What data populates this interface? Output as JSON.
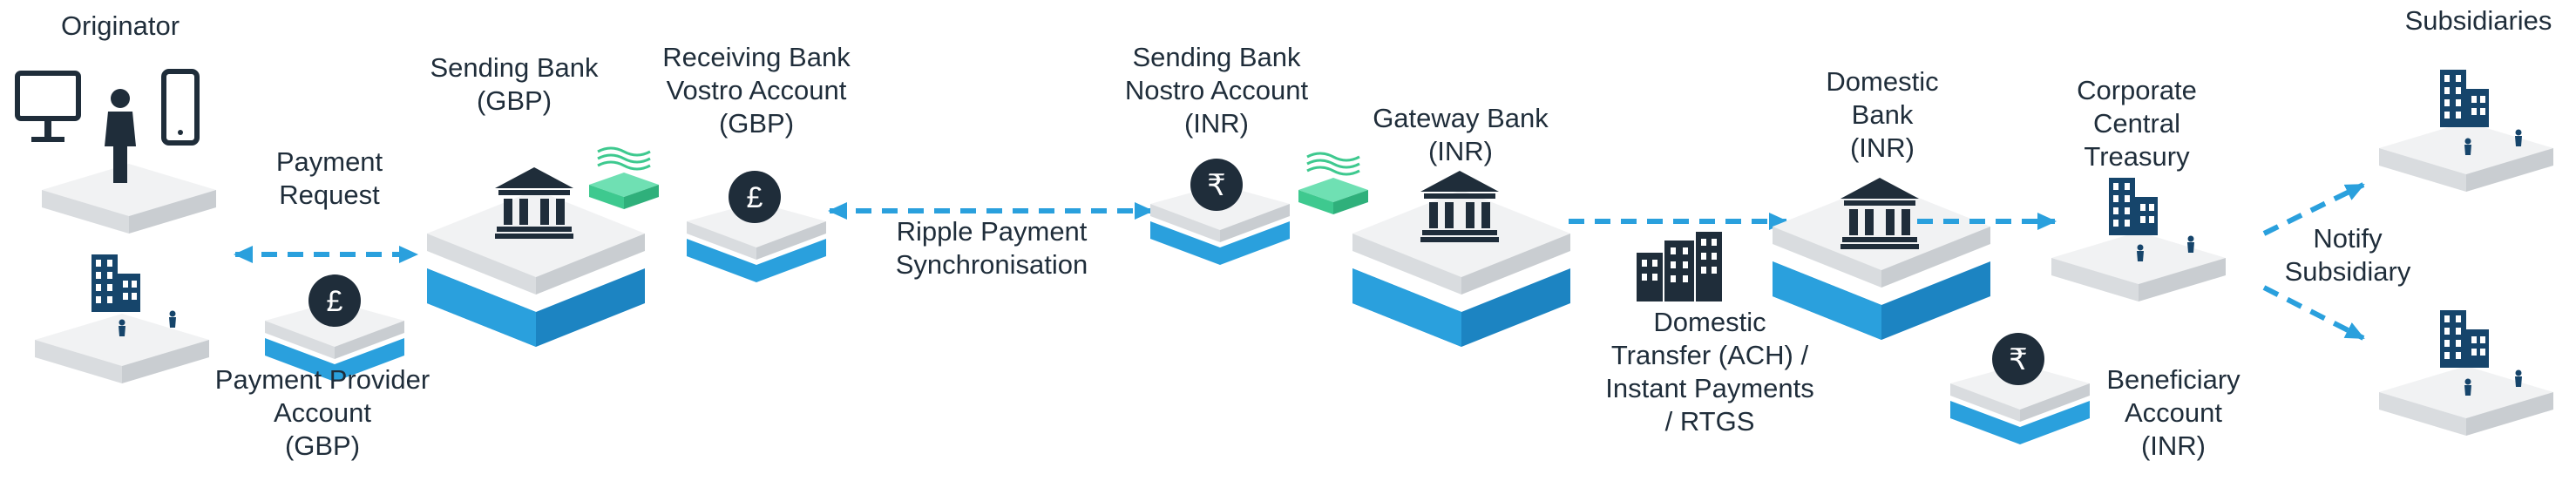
{
  "labels": {
    "originator": "Originator",
    "payment_request": "Payment\nRequest",
    "payment_provider_account": "Payment Provider\nAccount\n(GBP)",
    "sending_bank": "Sending  Bank\n(GBP)",
    "receiving_bank_vostro": "Receiving Bank\nVostro Account\n(GBP)",
    "ripple_sync": "Ripple Payment\nSynchronisation",
    "sending_bank_nostro": "Sending Bank\nNostro Account\n(INR)",
    "gateway_bank": "Gateway  Bank\n(INR)",
    "domestic_transfer": "Domestic\nTransfer (ACH) /\nInstant Payments\n/ RTGS",
    "domestic_bank": "Domestic\nBank\n(INR)",
    "beneficiary_account": "Beneficiary\nAccount\n(INR)",
    "corporate_central_treasury": "Corporate\nCentral\nTreasury",
    "notify_subsidiary": "Notify\nSubsidiary",
    "subsidiaries": "Subsidiaries"
  },
  "symbols": {
    "pound": "£",
    "rupee": "₹"
  },
  "icons": [
    "monitor-icon",
    "person-icon",
    "phone-icon",
    "building-icon",
    "bank-icon",
    "ripple-icon",
    "pound-coin-icon",
    "rupee-coin-icon"
  ],
  "colors": {
    "ink": "#1f2d3a",
    "navy": "#16456b",
    "blue": "#2aa0dd",
    "blue_dark": "#1c84c2",
    "green": "#3ec98f",
    "platform_top": "#f1f2f3",
    "platform_side": "#d6d9dc",
    "arrow": "#2aa0dd"
  }
}
